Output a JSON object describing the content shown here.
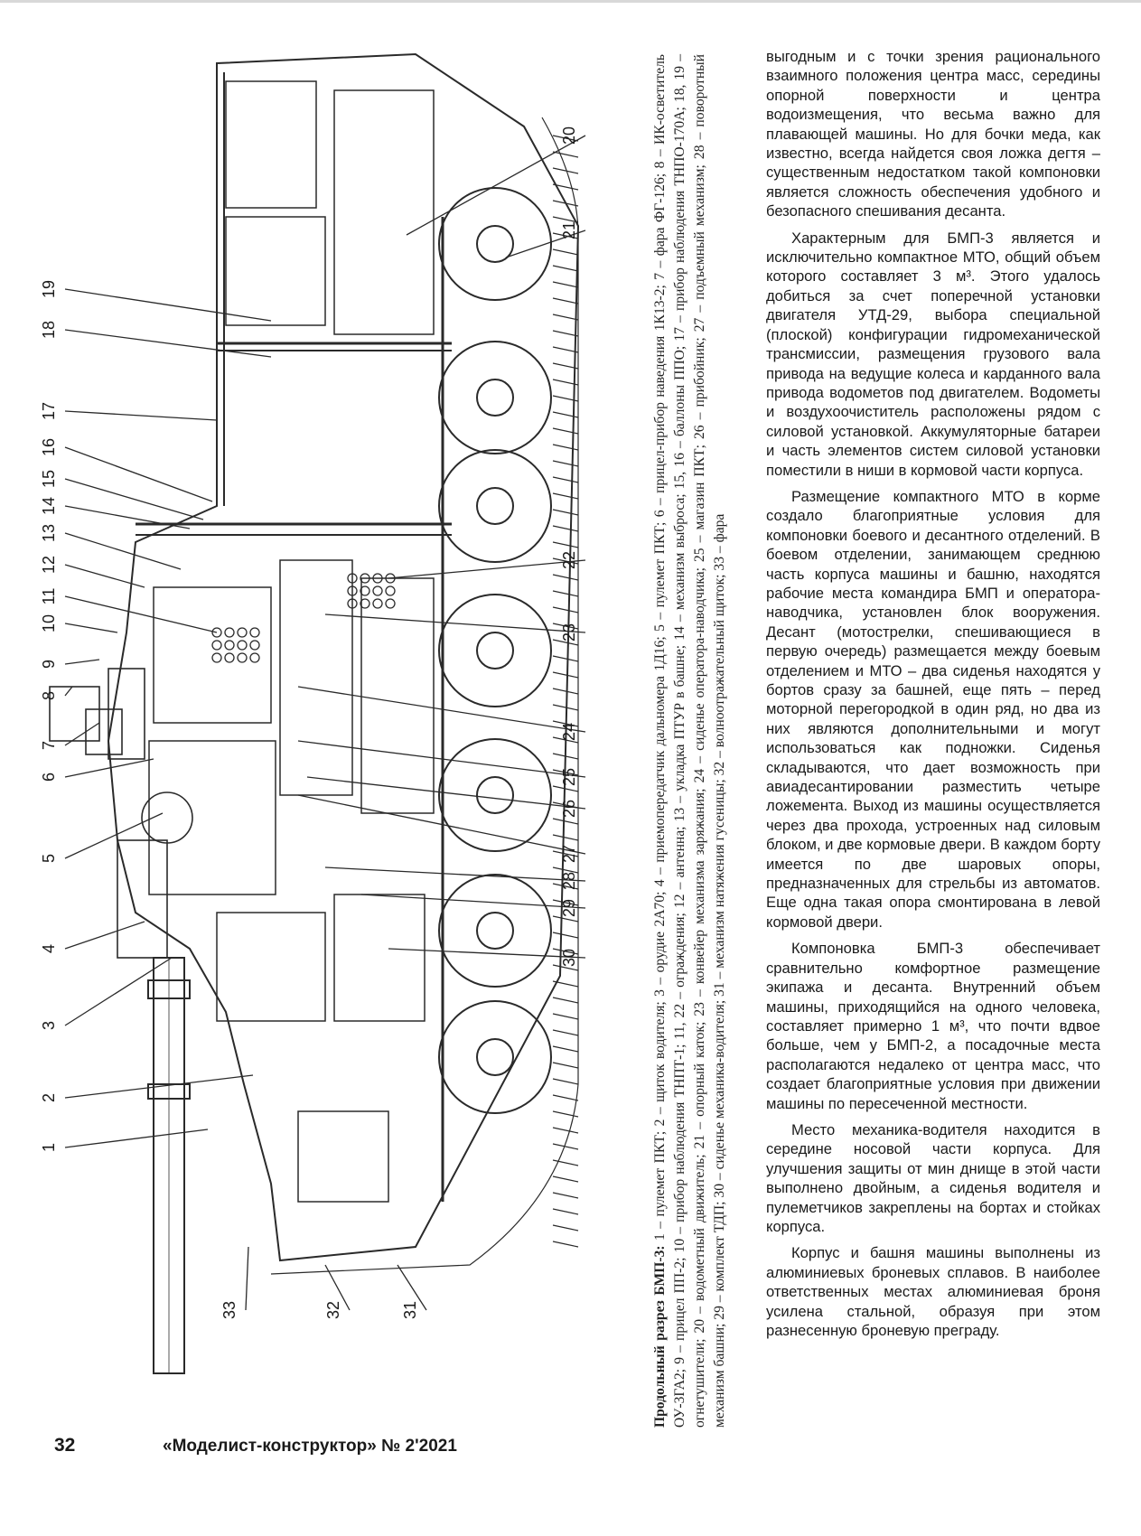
{
  "page": {
    "number": "32",
    "magazine": "«Моделист-конструктор» № 2'2021"
  },
  "figure": {
    "callouts": [
      "1",
      "2",
      "3",
      "4",
      "5",
      "6",
      "7",
      "8",
      "9",
      "10",
      "11",
      "12",
      "13",
      "14",
      "15",
      "16",
      "17",
      "18",
      "19",
      "20",
      "21",
      "22",
      "23",
      "24",
      "25",
      "26",
      "27",
      "28",
      "29",
      "30",
      "31",
      "32",
      "33"
    ],
    "caption_title": "Продольный разрез БМП-3:",
    "caption_text": "1 – пулемет ПКТ; 2 – щиток водителя; 3 – орудие 2А70; 4 – приемопередатчик дальномера 1Д16; 5 – пулемет ПКТ; 6 – прицел-прибор наведения 1К13-2; 7 – фара ФГ-126; 8 – ИК-осветитель ОУ-3ГА2; 9 – прицел ПП-2; 10 – прибор наблюдения ТНПТ-1; 11, 22 – ограждения; 12 – антенна; 13 – укладка ПТУР в башне; 14 – механизм выброса; 15, 16 – баллоны ППО; 17 – прибор наблюдения ТНПО-170А; 18, 19 – огнетушители; 20 – водометный движитель; 21 – опорный каток; 23 – конвейер механизма заряжания; 24 – сиденье оператора-наводчика; 25 – магазин ПКТ; 26 – прибойник; 27 – подъемный механизм; 28 – поворотный механизм башни; 29 – комплект ТДП; 30 – сиденье механика-водителя; 31 – механизм натяжения гусеницы; 32 – волноотражательный щиток; 33 – фара"
  },
  "article": {
    "paragraphs": [
      "выгодным и с точки зрения рационального взаимного положения центра масс, середины опорной поверхности и центра водоизмещения, что весьма важно для плавающей машины. Но для бочки меда, как известно, всегда найдется своя ложка дегтя – существенным недостатком такой компоновки является сложность обеспечения удобного и безопасного спешивания десанта.",
      "Характерным для БМП-3 является и исключительно компактное МТО, общий объем которого составляет 3 м³. Этого удалось добиться за счет поперечной установки двигателя УТД-29, выбора специальной (плоской) конфигурации гидромеханической трансмиссии, размещения грузового вала привода на ведущие колеса и карданного вала привода водометов под двигателем. Водометы и воздухоочиститель расположены рядом с силовой установкой. Аккумуляторные батареи и часть элементов систем силовой установки поместили в ниши в кормовой части корпуса.",
      "Размещение компактного МТО в корме создало благоприятные условия для компоновки боевого и десантного отделений. В боевом отделении, занимающем среднюю часть корпуса машины и башню, находятся рабочие места командира БМП и оператора-наводчика, установлен блок вооружения. Десант (мотострелки, спешивающиеся в первую очередь) размещается между боевым отделением и МТО – два сиденья находятся у бортов сразу за башней, еще пять – перед моторной перегородкой в один ряд, но два из них являются дополнительными и могут использоваться как подножки. Сиденья складываются, что дает возможность при авиадесантировании разместить четыре ложемента. Выход из машины осуществляется через два прохода, устроенных над силовым блоком, и две кормовые двери. В каждом борту имеется по две шаровых опоры, предназначенных для стрельбы из автоматов. Еще одна такая опора смонтирована в левой кормовой двери.",
      "Компоновка БМП-3 обеспечивает сравнительно комфортное размещение экипажа и десанта. Внутренний объем машины, приходящийся на одного человека, составляет примерно 1 м³, что почти вдвое больше, чем у БМП-2, а посадочные места располагаются недалеко от центра масс, что создает благоприятные условия при движении машины по пересеченной местности.",
      "Место механика-водителя находится в середине носовой части корпуса. Для улучшения защиты от мин днище в этой части выполнено двойным, а сиденья водителя и пулеметчиков закреплены на бортах и стойках корпуса.",
      "Корпус и башня машины выполнены из алюминиевых броневых сплавов. В наиболее ответственных местах алюминиевая броня усилена стальной, образуя при этом разнесенную броневую преграду."
    ]
  }
}
